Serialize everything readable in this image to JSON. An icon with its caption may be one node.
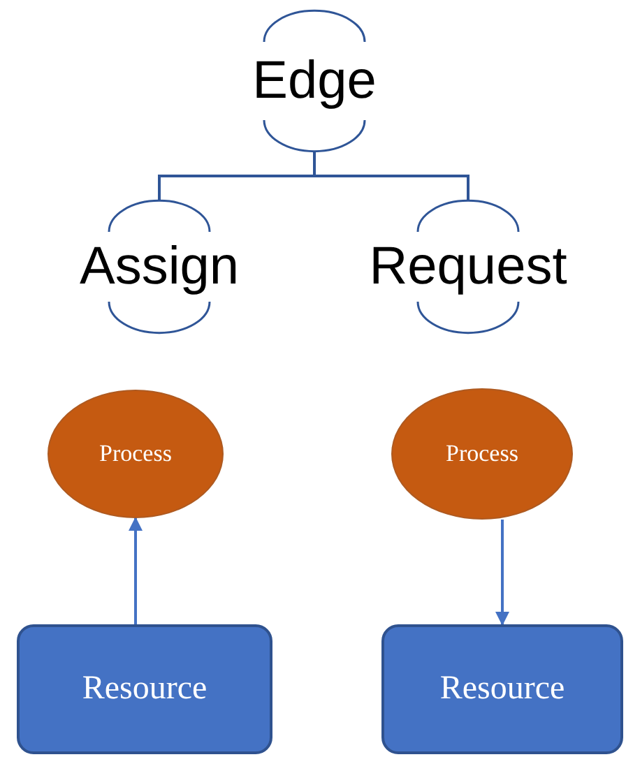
{
  "diagram": {
    "nodes": [
      {
        "text": [
          "Edge"
        ]
      },
      {
        "text": [
          "Assign"
        ]
      },
      {
        "text": [
          "Request"
        ]
      },
      {
        "text": [
          "Process"
        ]
      },
      {
        "text": [
          "Process"
        ]
      },
      {
        "text": [
          "Resource"
        ]
      },
      {
        "text": [
          "Resource"
        ]
      }
    ],
    "edges": [
      {
        "from": 0,
        "to": 1,
        "arrow": "none"
      },
      {
        "from": 0,
        "to": 2,
        "arrow": "none"
      },
      {
        "from": 5,
        "to": 3,
        "arrow": "to"
      },
      {
        "from": 4,
        "to": 6,
        "arrow": "to"
      }
    ]
  }
}
